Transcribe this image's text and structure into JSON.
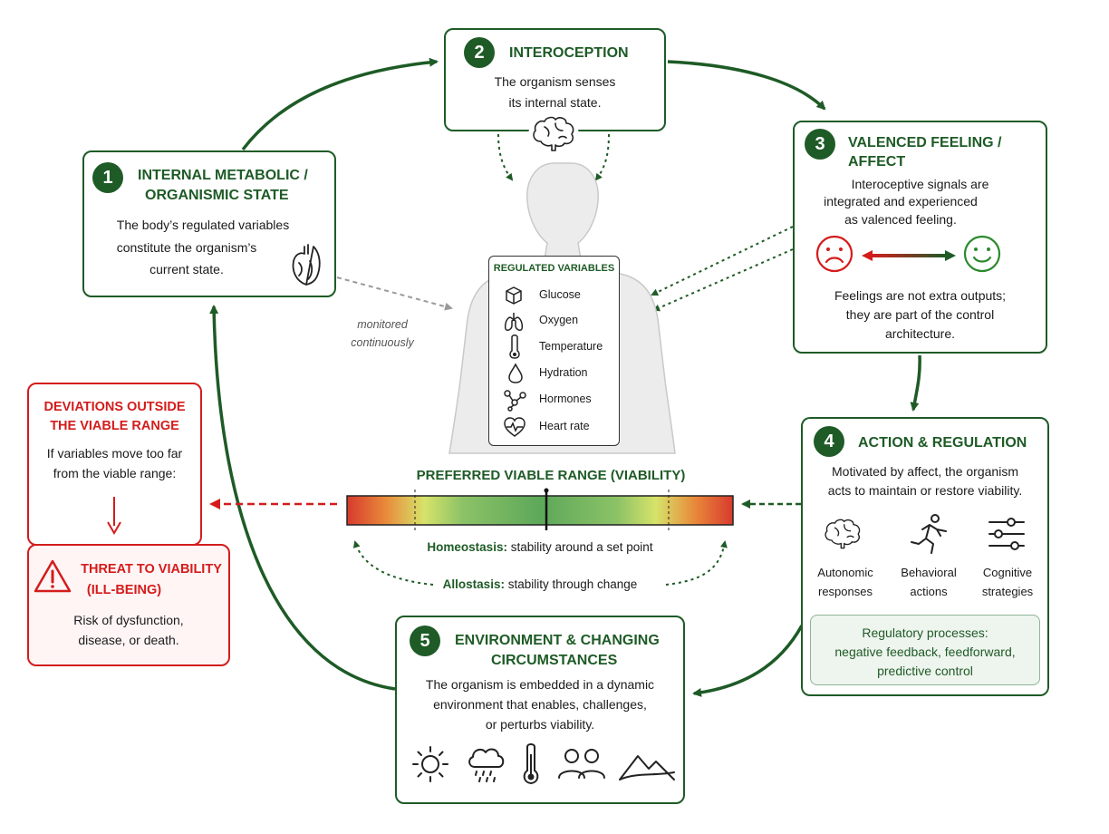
{
  "step1": {
    "number": "1",
    "title_line1": "INTERNAL METABOLIC /",
    "title_line2": "ORGANISMIC STATE",
    "body_line1": "The body’s regulated variables",
    "body_line2": "constitute the organism’s",
    "body_line3": "current state."
  },
  "step2": {
    "number": "2",
    "title": "INTEROCEPTION",
    "body_line1": "The organism senses",
    "body_line2": "its internal state."
  },
  "step3": {
    "number": "3",
    "title_line1": "VALENCED FEELING /",
    "title_line2": "AFFECT",
    "body_line1": "Interoceptive signals are",
    "body_line2": "integrated and experienced",
    "body_line3": "as valenced feeling.",
    "note_line1": "Feelings are not extra outputs;",
    "note_line2": "they are part of the control",
    "note_line3": "architecture."
  },
  "step4": {
    "number": "4",
    "title": "ACTION & REGULATION",
    "body_line1": "Motivated by affect, the organism",
    "body_line2": "acts to maintain or restore viability.",
    "actions": [
      {
        "line1": "Autonomic",
        "line2": "responses",
        "icon": "brain-icon"
      },
      {
        "line1": "Behavioral",
        "line2": "actions",
        "icon": "running-person-icon"
      },
      {
        "line1": "Cognitive",
        "line2": "strategies",
        "icon": "sliders-icon"
      }
    ],
    "processes_line1": "Regulatory processes:",
    "processes_line2": "negative feedback, feedforward,",
    "processes_line3": "predictive control"
  },
  "step5": {
    "number": "5",
    "title_line1": "ENVIRONMENT & CHANGING",
    "title_line2": "CIRCUMSTANCES",
    "body_line1": "The organism is embedded in a dynamic",
    "body_line2": "environment that enables, challenges,",
    "body_line3": "or perturbs viability.",
    "icons": [
      "sun-icon",
      "rain-cloud-icon",
      "thermometer-icon",
      "people-icon",
      "mountains-icon"
    ]
  },
  "regulated": {
    "title": "REGULATED VARIABLES",
    "items": [
      {
        "label": "Glucose",
        "icon": "cube-icon"
      },
      {
        "label": "Oxygen",
        "icon": "lungs-icon"
      },
      {
        "label": "Temperature",
        "icon": "thermometer-icon"
      },
      {
        "label": "Hydration",
        "icon": "droplet-icon"
      },
      {
        "label": "Hormones",
        "icon": "molecule-icon"
      },
      {
        "label": "Heart rate",
        "icon": "heart-rate-icon"
      }
    ]
  },
  "monitor": {
    "line1": "monitored",
    "line2": "continuously"
  },
  "range": {
    "title": "PREFERRED VIABLE RANGE (VIABILITY)",
    "homeostasis_term": "Homeostasis:",
    "homeostasis_text": "stability around a set point",
    "allostasis_term": "Allostasis:",
    "allostasis_text": "stability through change"
  },
  "deviation": {
    "title_line1": "DEVIATIONS OUTSIDE",
    "title_line2": "THE VIABLE RANGE",
    "body_line1": "If variables move too far",
    "body_line2": "from the viable range:"
  },
  "threat": {
    "title_line1": "THREAT TO VIABILITY",
    "title_line2": "(ILL-BEING)",
    "body_line1": "Risk of dysfunction,",
    "body_line2": "disease, or death."
  },
  "colors": {
    "green": "#1e5b26",
    "red": "#d41c1c",
    "grey": "#9a9a9a"
  }
}
